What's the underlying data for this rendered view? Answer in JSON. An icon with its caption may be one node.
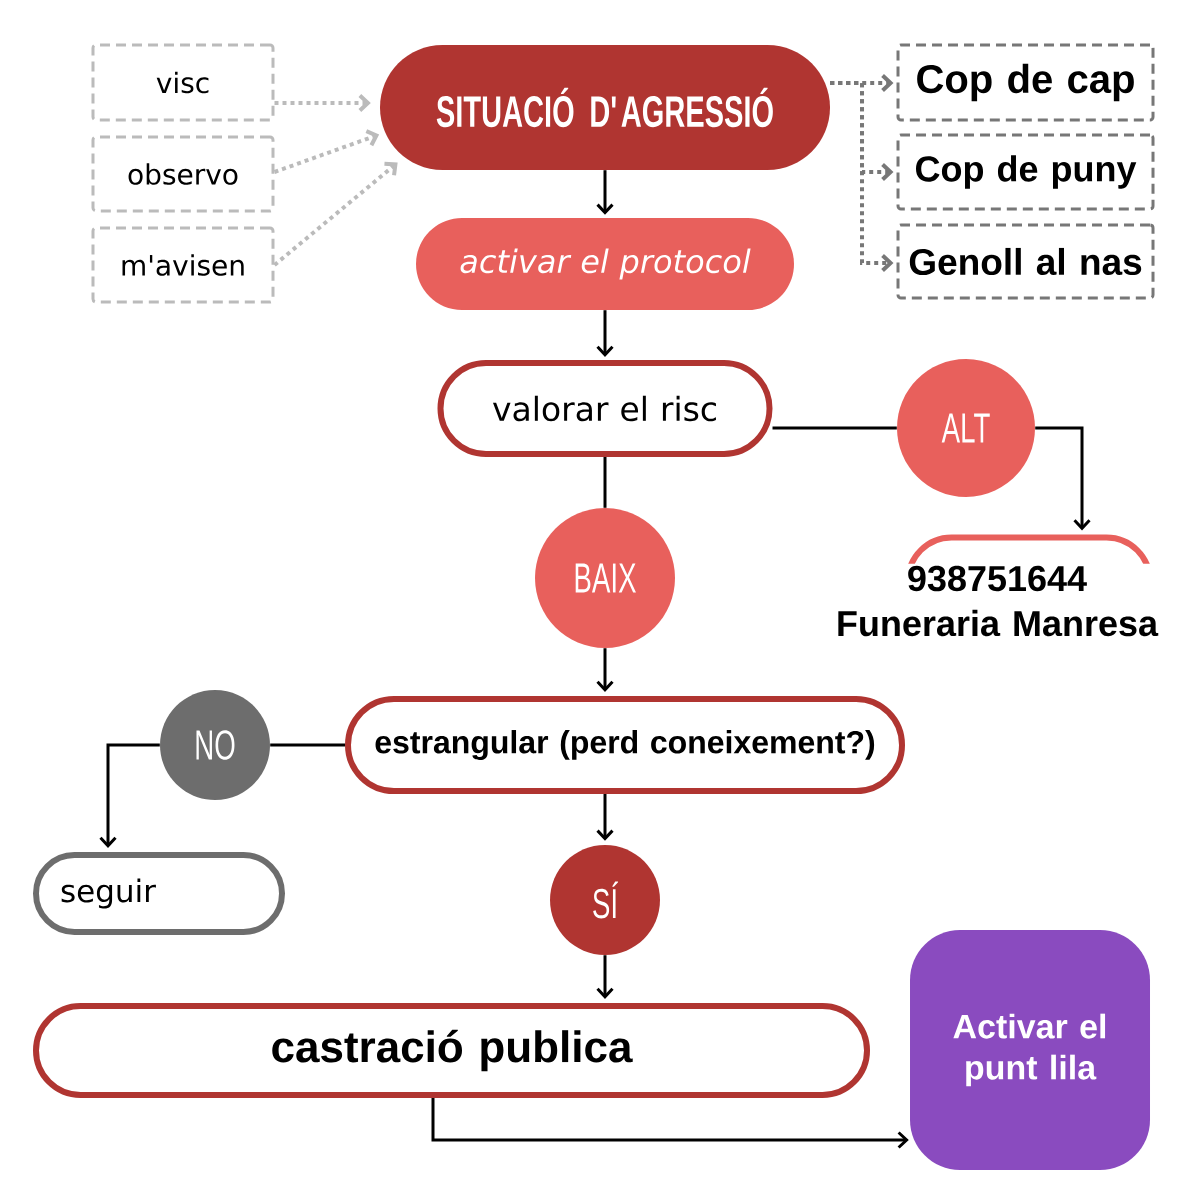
{
  "diagram": {
    "nodes": [
      {
        "text": [
          "visc"
        ]
      },
      {
        "text": [
          "observo"
        ]
      },
      {
        "text": [
          "m'avisen"
        ]
      },
      {
        "text": [
          "SITUACIÓ D'AGRESSIÓ"
        ]
      },
      {
        "text": [
          "Cop de cap"
        ]
      },
      {
        "text": [
          "Cop de puny"
        ]
      },
      {
        "text": [
          "Genoll al nas"
        ]
      },
      {
        "text": [
          "activar el protocol"
        ]
      },
      {
        "text": [
          "valorar el risc"
        ]
      },
      {
        "text": [
          "ALT"
        ]
      },
      {
        "text": [
          "938751644",
          "Funeraria Manresa"
        ]
      },
      {
        "text": [
          "BAIX"
        ]
      },
      {
        "text": [
          "estrangular (perd coneixement?)"
        ]
      },
      {
        "text": [
          "NO"
        ]
      },
      {
        "text": [
          "seguir"
        ]
      },
      {
        "text": [
          "SÍ"
        ]
      },
      {
        "text": [
          "castració publica"
        ]
      },
      {
        "text": [
          "Activar el punt lila"
        ]
      }
    ],
    "edges": [
      {
        "from": 0,
        "to": 3,
        "arrow": "to",
        "style": "dashed",
        "color": "#bbbbbb"
      },
      {
        "from": 1,
        "to": 3,
        "arrow": "to",
        "style": "dashed",
        "color": "#bbbbbb"
      },
      {
        "from": 2,
        "to": 3,
        "arrow": "to",
        "style": "dashed",
        "color": "#bbbbbb"
      },
      {
        "from": 3,
        "to": 4,
        "arrow": "to",
        "style": "dashed",
        "color": "#777777"
      },
      {
        "from": 3,
        "to": 5,
        "arrow": "to",
        "style": "dashed",
        "color": "#777777"
      },
      {
        "from": 3,
        "to": 6,
        "arrow": "to",
        "style": "dashed",
        "color": "#777777"
      },
      {
        "from": 3,
        "to": 7,
        "arrow": "to"
      },
      {
        "from": 7,
        "to": 8,
        "arrow": "to"
      },
      {
        "from": 8,
        "to": 9,
        "arrow": "none"
      },
      {
        "from": 9,
        "to": 10,
        "arrow": "to"
      },
      {
        "from": 8,
        "to": 11,
        "arrow": "none"
      },
      {
        "from": 11,
        "to": 12,
        "arrow": "to"
      },
      {
        "from": 12,
        "to": 13,
        "arrow": "none"
      },
      {
        "from": 13,
        "to": 14,
        "arrow": "to"
      },
      {
        "from": 12,
        "to": 15,
        "arrow": "to"
      },
      {
        "from": 15,
        "to": 16,
        "arrow": "to"
      },
      {
        "from": 16,
        "to": 17,
        "arrow": "to"
      }
    ]
  }
}
